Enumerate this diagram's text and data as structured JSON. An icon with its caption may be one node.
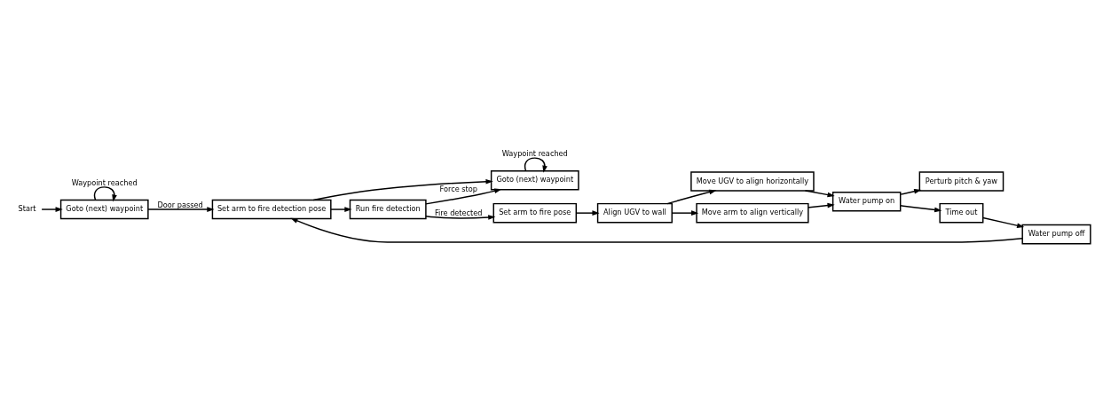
{
  "diagram": {
    "nodes": [
      {
        "text": [
          "Start"
        ]
      },
      {
        "text": [
          "Goto (next) waypoint"
        ]
      },
      {
        "text": [
          "Set arm to fire detection pose"
        ]
      },
      {
        "text": [
          "Goto (next) waypoint"
        ]
      },
      {
        "text": [
          "Run fire detection"
        ]
      },
      {
        "text": [
          "Water pump off"
        ]
      },
      {
        "text": [
          "Perturb pitch & yaw"
        ]
      },
      {
        "text": [
          "Move UGV to align horizontally"
        ]
      },
      {
        "text": [
          "Align UGV to wall"
        ]
      },
      {
        "text": [
          "Time out"
        ]
      },
      {
        "text": [
          "Water pump on"
        ]
      },
      {
        "text": [
          "Move arm to align vertically"
        ]
      },
      {
        "text": [
          "Set arm to fire pose"
        ]
      }
    ],
    "edges": [
      {
        "from": 0,
        "to": 1,
        "arrow": "to"
      },
      {
        "from": 1,
        "to": 1,
        "arrow": "to",
        "label": "Waypoint reached"
      },
      {
        "from": 1,
        "to": 2,
        "arrow": "to",
        "label": "Door passed"
      },
      {
        "from": 2,
        "to": 3,
        "arrow": "to"
      },
      {
        "from": 2,
        "to": 4,
        "arrow": "to"
      },
      {
        "from": 3,
        "to": 3,
        "arrow": "to",
        "label": "Waypoint reached"
      },
      {
        "from": 4,
        "to": 3,
        "arrow": "to",
        "label": "Force stop"
      },
      {
        "from": 4,
        "to": 12,
        "arrow": "to",
        "label": "Fire detected"
      },
      {
        "from": 12,
        "to": 8,
        "arrow": "to"
      },
      {
        "from": 8,
        "to": 7,
        "arrow": "to"
      },
      {
        "from": 8,
        "to": 11,
        "arrow": "to"
      },
      {
        "from": 7,
        "to": 10,
        "arrow": "to"
      },
      {
        "from": 11,
        "to": 10,
        "arrow": "to"
      },
      {
        "from": 10,
        "to": 6,
        "arrow": "to"
      },
      {
        "from": 10,
        "to": 9,
        "arrow": "to"
      },
      {
        "from": 9,
        "to": 5,
        "arrow": "to"
      },
      {
        "from": 5,
        "to": 2,
        "arrow": "to"
      }
    ]
  }
}
